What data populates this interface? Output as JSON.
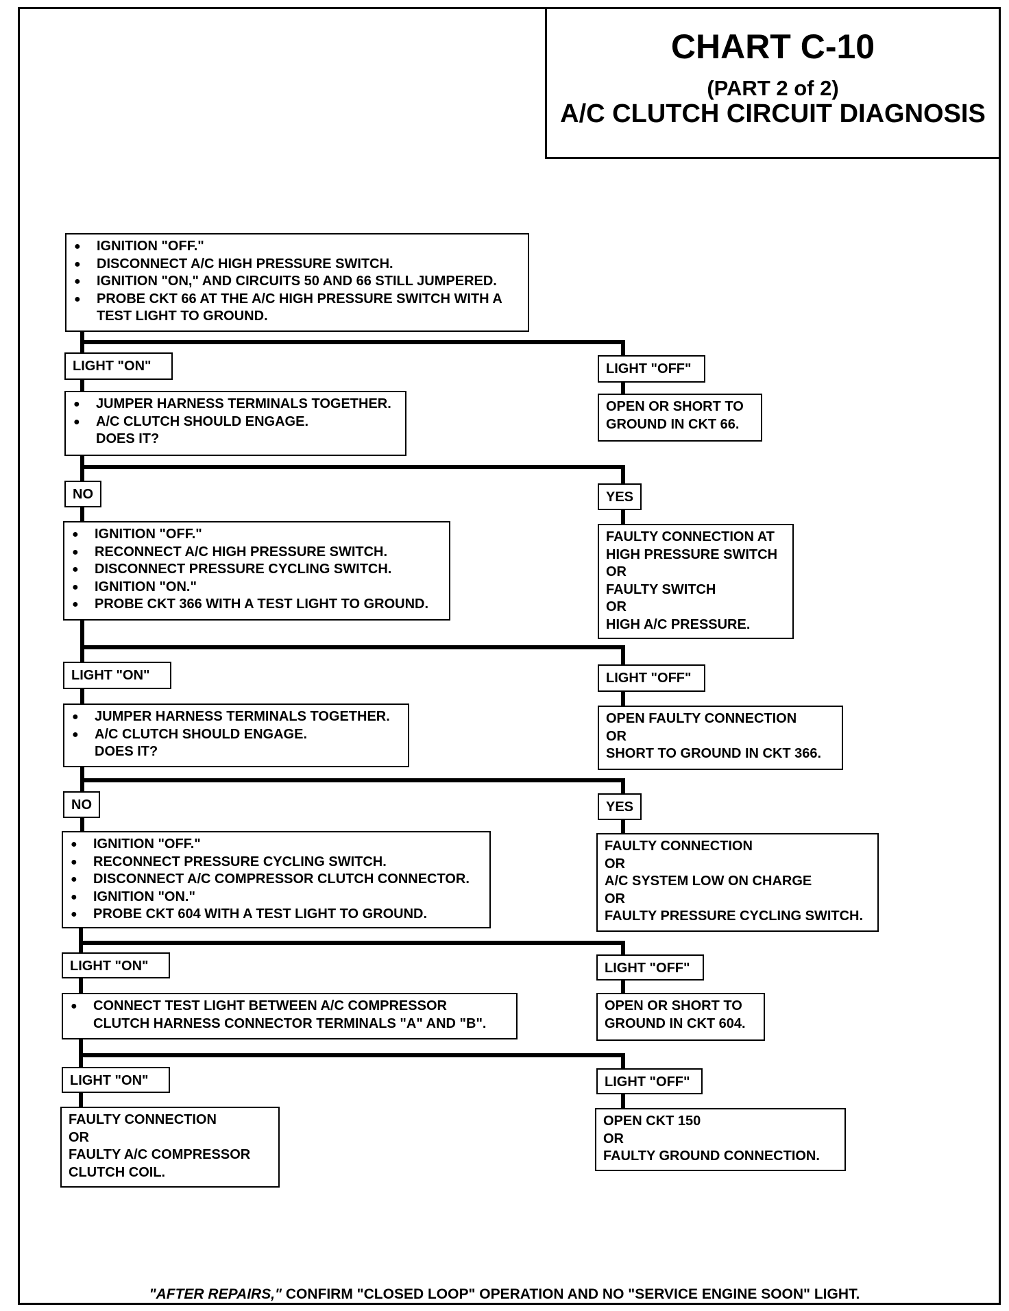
{
  "header": {
    "title": "CHART C-10",
    "subtitle": "(PART 2 of 2)",
    "heading": "A/C CLUTCH CIRCUIT DIAGNOSIS"
  },
  "steps": {
    "step1": [
      "IGNITION \"OFF.\"",
      "DISCONNECT  A/C HIGH PRESSURE SWITCH.",
      "IGNITION \"ON,\" AND CIRCUITS 50 AND 66 STILL JUMPERED.",
      "PROBE CKT 66 AT THE A/C HIGH PRESSURE SWITCH WITH A",
      "TEST LIGHT TO GROUND."
    ],
    "step2": [
      "JUMPER HARNESS TERMINALS TOGETHER.",
      "A/C CLUTCH SHOULD ENGAGE.",
      "DOES IT?"
    ],
    "step3": [
      "IGNITION \"OFF.\"",
      "RECONNECT A/C HIGH PRESSURE SWITCH.",
      "DISCONNECT PRESSURE CYCLING SWITCH.",
      "IGNITION \"ON.\"",
      "PROBE CKT 366 WITH A TEST LIGHT TO GROUND."
    ],
    "step4": [
      "JUMPER HARNESS TERMINALS TOGETHER.",
      "A/C CLUTCH SHOULD ENGAGE.",
      "DOES IT?"
    ],
    "step5": [
      "IGNITION \"OFF.\"",
      "RECONNECT PRESSURE CYCLING SWITCH.",
      "DISCONNECT A/C COMPRESSOR CLUTCH CONNECTOR.",
      "IGNITION \"ON.\"",
      "PROBE CKT 604 WITH A TEST LIGHT TO GROUND."
    ],
    "step6": [
      "CONNECT TEST LIGHT BETWEEN A/C COMPRESSOR",
      "CLUTCH  HARNESS CONNECTOR TERMINALS \"A\" AND \"B\"."
    ]
  },
  "labels": {
    "light_on": "LIGHT \"ON\"",
    "light_off": "LIGHT \"OFF\"",
    "no": "NO",
    "yes": "YES"
  },
  "results": {
    "r1": [
      "OPEN OR SHORT TO",
      "GROUND IN CKT 66."
    ],
    "r2": [
      "FAULTY CONNECTION AT",
      "HIGH PRESSURE SWITCH",
      "OR",
      "FAULTY SWITCH",
      "OR",
      "HIGH A/C PRESSURE."
    ],
    "r3": [
      "OPEN FAULTY CONNECTION",
      "OR",
      "SHORT TO GROUND IN CKT 366."
    ],
    "r4": [
      "FAULTY CONNECTION",
      "OR",
      "A/C SYSTEM LOW ON CHARGE",
      "OR",
      "FAULTY PRESSURE CYCLING SWITCH."
    ],
    "r5": [
      "OPEN OR SHORT TO",
      "GROUND IN CKT 604."
    ],
    "r6": [
      "FAULTY CONNECTION",
      "OR",
      "FAULTY A/C COMPRESSOR",
      "CLUTCH COIL."
    ],
    "r7": [
      "OPEN CKT 150",
      "OR",
      "FAULTY GROUND CONNECTION."
    ]
  },
  "footer": {
    "em": "\"AFTER REPAIRS,\"",
    "rest": " CONFIRM \"CLOSED LOOP\" OPERATION AND NO \"SERVICE ENGINE SOON\" LIGHT."
  }
}
